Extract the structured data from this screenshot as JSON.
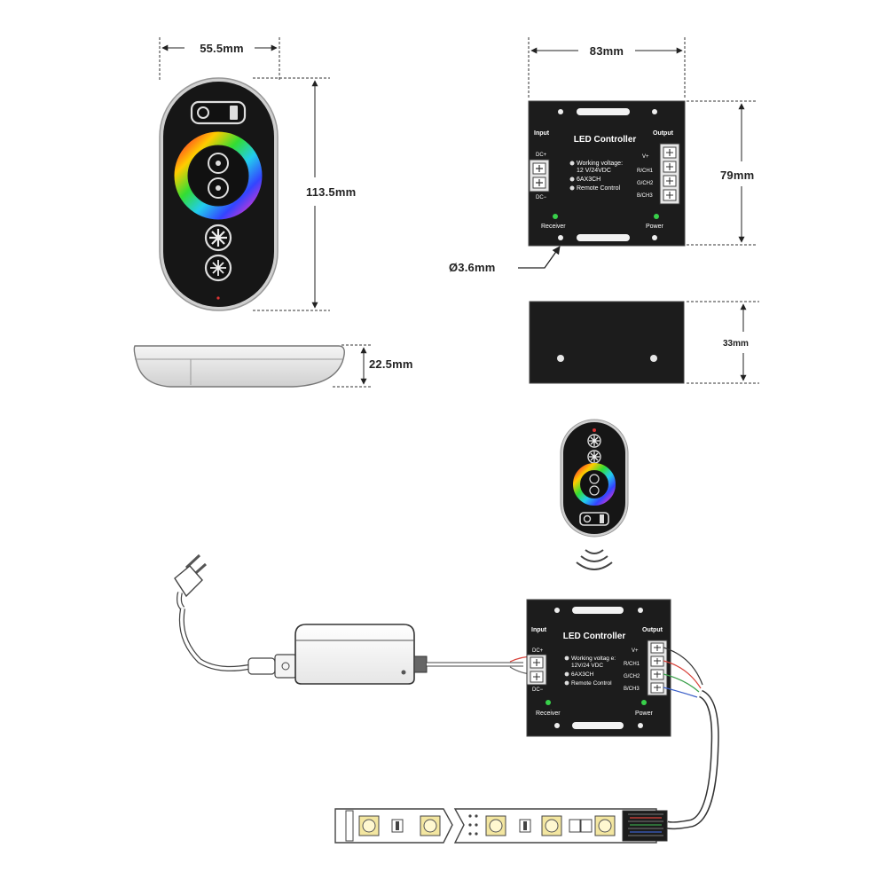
{
  "dimensions": {
    "remote_width": "55.5mm",
    "remote_height": "113.5mm",
    "remote_depth": "22.5mm",
    "controller_width": "83mm",
    "controller_height": "79mm",
    "controller_depth": "33mm",
    "hole_diameter": "Ø3.6mm"
  },
  "controller": {
    "title": "LED Controller",
    "input_label": "Input",
    "output_label": "Output",
    "dc_plus": "DC+",
    "dc_minus": "DC−",
    "specs": [
      "Working voltage:",
      "12 V/24VDC",
      "6AX3CH",
      "Remote Control"
    ],
    "channels": [
      "V+",
      "R/CH1",
      "G/CH2",
      "B/CH3"
    ],
    "receiver_label": "Receiver",
    "power_label": "Power"
  },
  "controller_wiring": {
    "title": "LED Controller",
    "input_label": "Input",
    "output_label": "Output",
    "dc_plus": "DC+",
    "dc_minus": "DC−",
    "specs": [
      "Working voltag e:",
      "12V/24 VDC",
      "6AX3CH",
      "Remote Control"
    ],
    "channels": [
      "V+",
      "R/CH1",
      "G/CH2",
      "B/CH3"
    ],
    "receiver_label": "Receiver",
    "power_label": "Power"
  },
  "colors": {
    "device_body": "#1c1c1c",
    "wire_red": "#d8433b",
    "wire_green": "#3aa04a",
    "wire_blue": "#3b5fc8",
    "led_yellow": "#f3e6a0",
    "indicator_green": "#38d04a"
  },
  "icons": [
    "remote-control-icon",
    "led-controller-icon",
    "power-adapter-icon",
    "ac-plug-icon",
    "led-strip-icon",
    "wireless-signal-icon"
  ]
}
